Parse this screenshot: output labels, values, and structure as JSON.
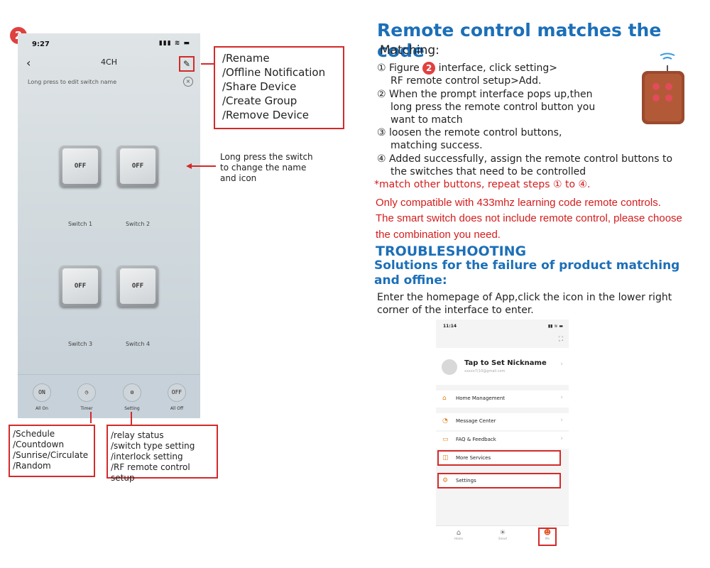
{
  "step_badge": "2",
  "phone1": {
    "status_time": "9:27",
    "status_icons": "▮▮▮ ≋ ▬",
    "nav_back": "‹",
    "nav_title": "4CH",
    "edit_icon": "✎",
    "hint_text": "Long press to edit switch name",
    "hint_close": "×",
    "switches": [
      {
        "state": "OFF",
        "label": "Switch 1"
      },
      {
        "state": "OFF",
        "label": "Switch 2"
      },
      {
        "state": "OFF",
        "label": "Switch 3"
      },
      {
        "state": "OFF",
        "label": "Switch 4"
      }
    ],
    "bottom": [
      {
        "icon": "ON",
        "label": "All On"
      },
      {
        "icon": "◷",
        "label": "Timer"
      },
      {
        "icon": "⚙",
        "label": "Setting"
      },
      {
        "icon": "OFF",
        "label": "All Off"
      }
    ]
  },
  "callout_top": [
    "/Rename",
    "/Offline Notification",
    "/Share Device",
    "/Create Group",
    "/Remove Device"
  ],
  "callout_switch": [
    "Long press the switch",
    "to change the name",
    "and icon"
  ],
  "callout_timer": [
    "/Schedule",
    "/Countdown",
    "/Sunrise/Circulate",
    "/Random"
  ],
  "callout_setting": [
    "/relay status",
    "/switch type setting",
    "/interlock setting",
    "/RF remote control setup"
  ],
  "right": {
    "title": "Remote control matches the code",
    "matching": "Matching:",
    "step1_a": "① Figure",
    "step1_badge": "2",
    "step1_b": "interface, click setting>",
    "step1_c": "RF remote control setup>Add.",
    "step2_a": "② When the prompt interface pops up,then",
    "step2_b": "long press the remote control button you",
    "step2_c": "want to match",
    "step3_a": "③ loosen the remote control buttons,",
    "step3_b": "matching success.",
    "step4_a": "④ Added successfully, assign the remote control buttons to",
    "step4_b": "the switches that need to be controlled",
    "repeat": "*match other buttons, repeat steps ① to ④.",
    "compat1": "Only compatible with 433mhz learning code remote controls.",
    "compat2": "The smart switch does not include remote control, please choose",
    "compat3": "the combination you need.",
    "trouble_title": "TROUBLESHOOTING",
    "trouble_sub": "Solutions for the failure of product matching and offine:",
    "trouble_text_a": "Enter the homepage of App,click the icon in the lower right",
    "trouble_text_b": "corner of the interface to enter."
  },
  "phone2": {
    "status_time": "11:14",
    "status_icons": "▮▮ ≋ ▬",
    "scan_icon": "⛶",
    "profile_name": "Tap to Set Nickname",
    "profile_sub": "xxxxx7(10@gmail.com",
    "menu": [
      {
        "icon": "⌂",
        "label": "Home Management"
      },
      {
        "icon": "◔",
        "label": "Message Center"
      },
      {
        "icon": "▭",
        "label": "FAQ & Feedback"
      },
      {
        "icon": "◫",
        "label": "More Services"
      },
      {
        "icon": "⚙",
        "label": "Settings"
      }
    ],
    "tabs": [
      {
        "icon": "⌂",
        "label": "Home"
      },
      {
        "icon": "☀",
        "label": "Smart"
      },
      {
        "icon": "☻",
        "label": "Me"
      }
    ]
  },
  "colors": {
    "accent_blue": "#1c6fb8",
    "highlight_red": "#d32a2a",
    "menu_orange": "#e08020"
  }
}
